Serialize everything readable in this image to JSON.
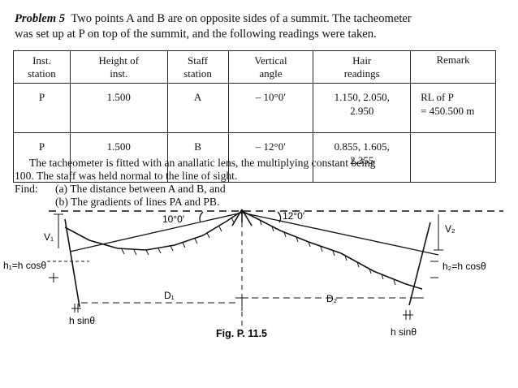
{
  "problem": {
    "number": "Problem 5",
    "text_line1": "Two points A and B are on opposite sides of a summit. The tacheometer",
    "text_line2": "was set up at P on top of the summit, and the following readings were taken."
  },
  "table": {
    "headers": [
      [
        "Inst.",
        "station"
      ],
      [
        "Height of",
        "inst."
      ],
      [
        "Staff",
        "station"
      ],
      [
        "Vertical",
        "angle"
      ],
      [
        "Hair",
        "readings"
      ],
      [
        "Remark",
        ""
      ]
    ],
    "rows": [
      {
        "inst_station": "P",
        "height": "1.500",
        "staff_station": "A",
        "vertical_angle": "– 10°0′",
        "hair_line1": "1.150, 2.050,",
        "hair_line2": "2.950",
        "remark_line1": "RL of P",
        "remark_line2": "= 450.500 m"
      },
      {
        "inst_station": "P",
        "height": "1.500",
        "staff_station": "B",
        "vertical_angle": "– 12°0′",
        "hair_line1": "0.855, 1.605,",
        "hair_line2": "2.355",
        "remark_line1": "",
        "remark_line2": ""
      }
    ]
  },
  "statement": {
    "line1": "The tacheometer is fitted with an anallatic lens, the multiplying constant being",
    "line2": "100. The staff was held normal to the line of sight.",
    "find_label": "Find:",
    "find_a": "(a) The distance between A and B, and",
    "find_b": "(b) The gradients of lines PA and PB."
  },
  "figure": {
    "angle_left": "10°0′",
    "angle_right": "12°0′",
    "v1": "V₁",
    "v2": "V₂",
    "h1_label": "h₁=h cosθ",
    "h2_label": "h₂=h cosθ",
    "d1": "D₁",
    "d2": "D₂",
    "hsin_left": "h sinθ",
    "hsin_right": "h sinθ",
    "caption": "Fig. P. 11.5"
  }
}
